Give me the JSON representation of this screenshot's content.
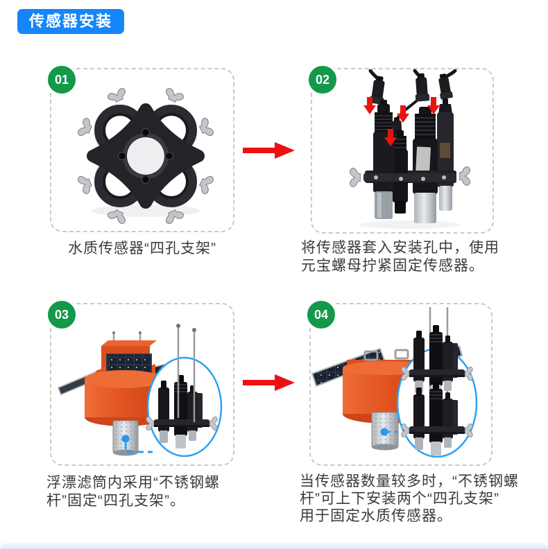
{
  "header": {
    "title": "传感器安装",
    "badge_color": "#1586f8",
    "text_color": "#ffffff"
  },
  "colors": {
    "step_badge_green": "#12994a",
    "arrow_red": "#ed1111",
    "panel_border_gray": "#c9c9c9",
    "caption_text": "#3a3a3a",
    "callout_blue": "#2aa2f5",
    "buoy_orange": "#e2531f",
    "footer_strip_blue": "#dcebf9"
  },
  "steps": [
    {
      "number": "01",
      "illustration": "water-quality-sensor-four-hole-bracket-photo",
      "caption_lines": [
        "水质传感器“四孔支架”"
      ]
    },
    {
      "number": "02",
      "illustration": "sensors-inserted-into-mounting-holes-photo",
      "caption_lines": [
        "将传感器套入安装孔中，使用",
        "元宝螺母拧紧固定传感器。"
      ]
    },
    {
      "number": "03",
      "illustration": "buoy-filter-cartridge-stainless-rod-callout-photo",
      "caption_lines": [
        "浮漂滤筒内采用“不锈钢螺",
        "杆”固定“四孔支架”。"
      ]
    },
    {
      "number": "04",
      "illustration": "buoy-two-stacked-brackets-callout-photo",
      "caption_lines": [
        "当传感器数量较多时，“不锈钢螺",
        "杆”可上下安装两个“四孔支架”",
        "用于固定水质传感器。"
      ]
    }
  ]
}
